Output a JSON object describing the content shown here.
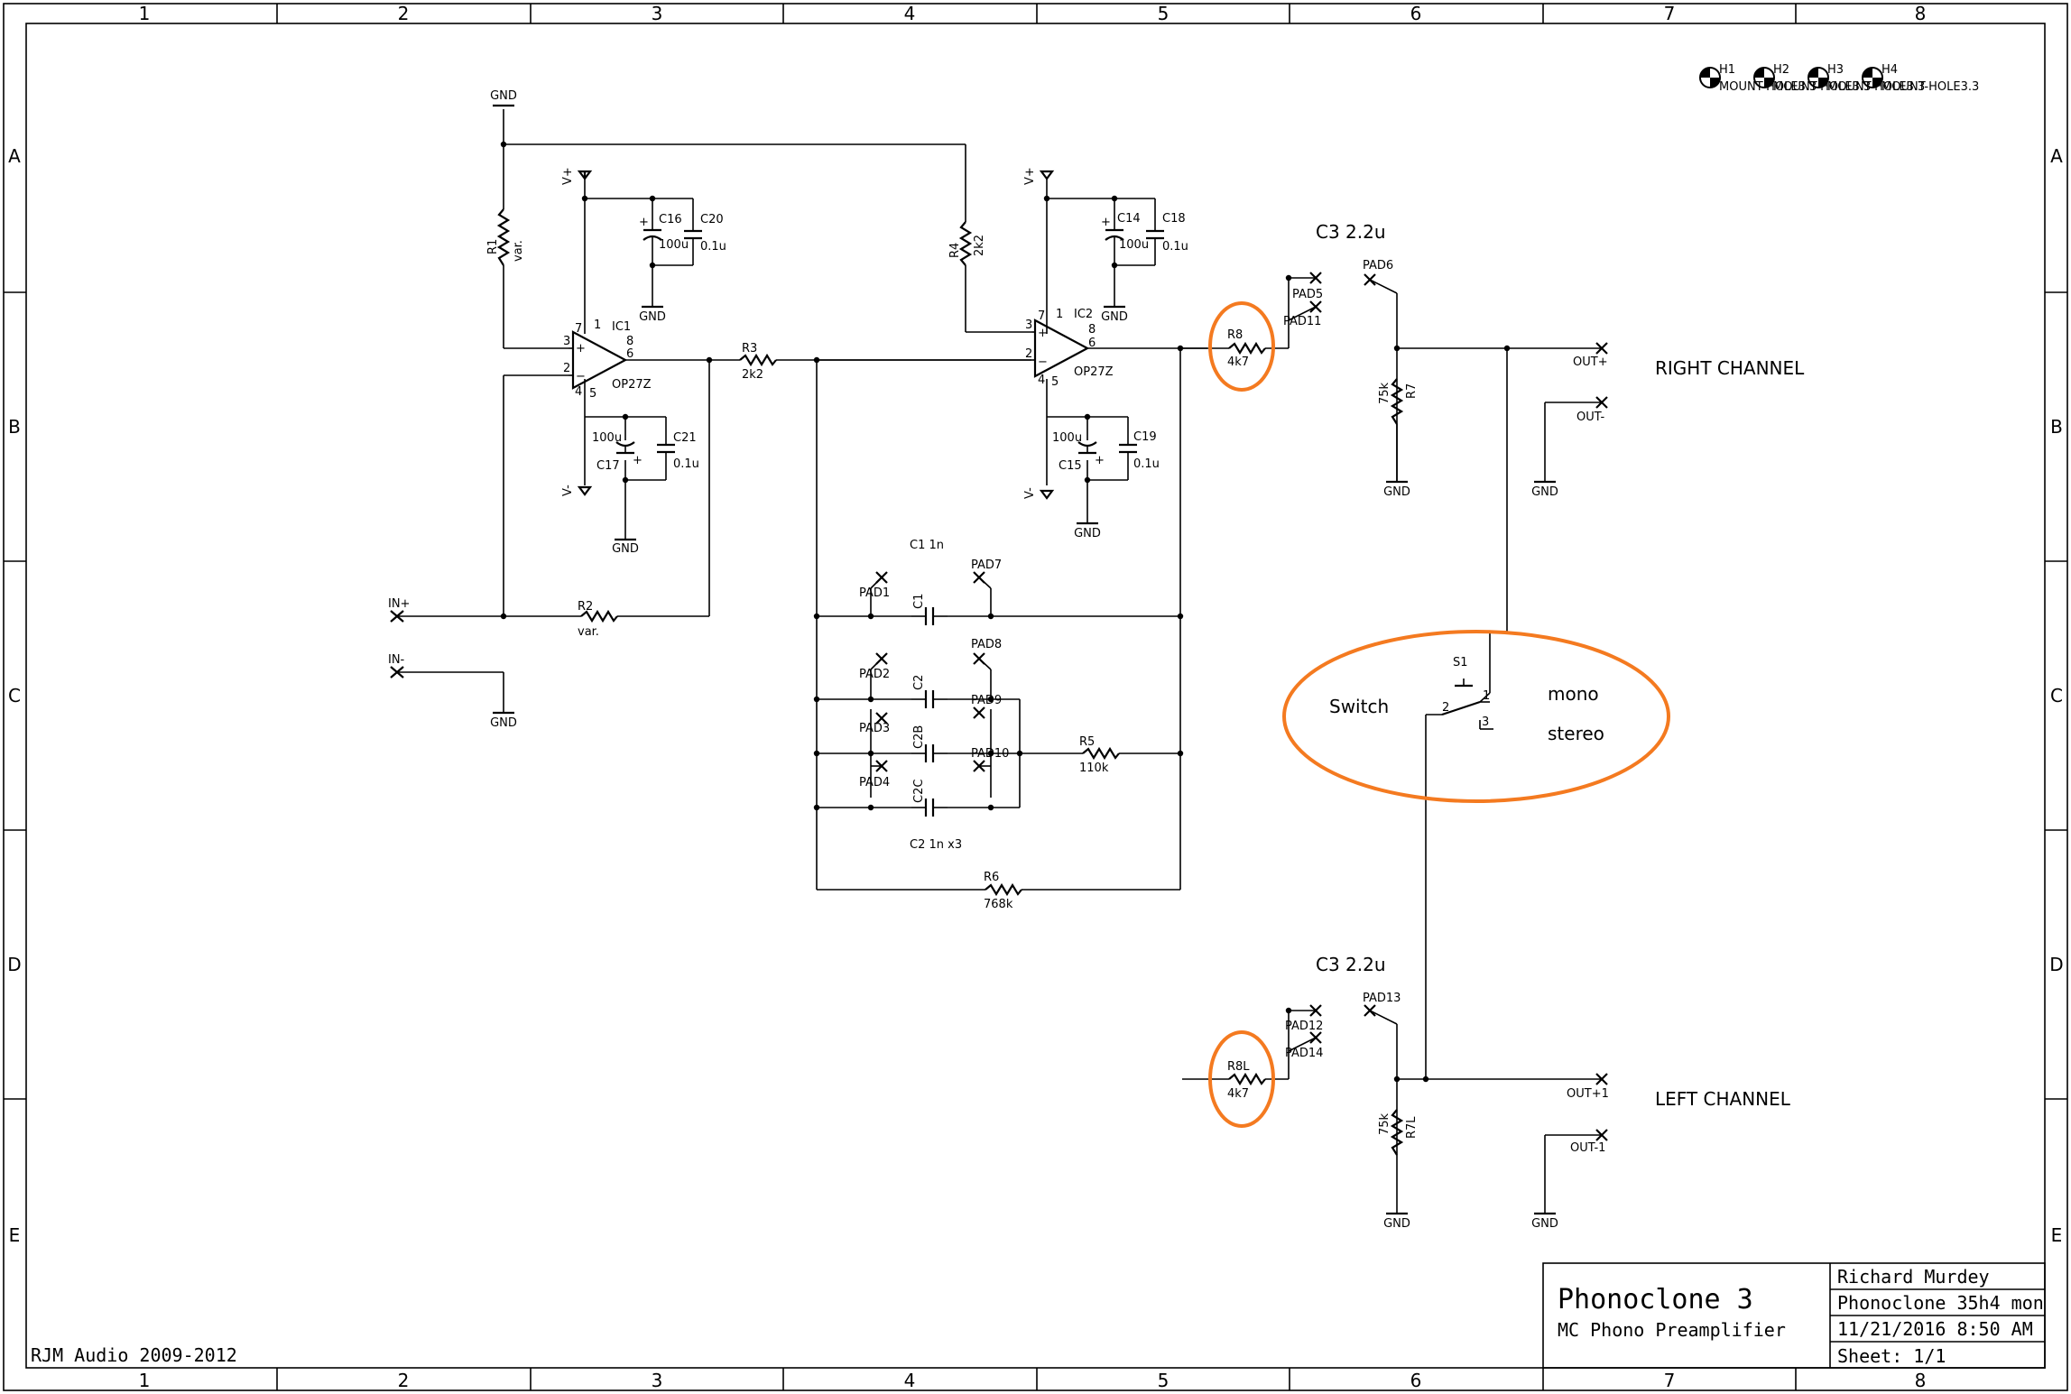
{
  "frame": {
    "col_labels": [
      "1",
      "2",
      "3",
      "4",
      "5",
      "6",
      "7",
      "8"
    ],
    "row_labels": [
      "A",
      "B",
      "C",
      "D",
      "E"
    ]
  },
  "labels": {
    "gnd": "GND",
    "vplus": "V+",
    "vminus": "V-",
    "r1": "R1",
    "r1_val": "var.",
    "r2": "R2",
    "r2_val": "var.",
    "r3": "R3",
    "r3_val": "2k2",
    "r4": "R4",
    "r4_val": "2k2",
    "r5": "R5",
    "r5_val": "110k",
    "r6": "R6",
    "r6_val": "768k",
    "r7": "R7",
    "r7_val": "75k",
    "r7l": "R7L",
    "r7l_val": "75k",
    "r8": "R8",
    "r8_val": "4k7",
    "r8l": "R8L",
    "r8l_val": "4k7",
    "c1": "C1",
    "c1_note": "C1 1n",
    "c2": "C2",
    "c2b": "C2B",
    "c2c": "C2C",
    "c2_note": "C2 1n x3",
    "c3_right": "C3 2.2u",
    "c3_left": "C3 2.2u",
    "c14": "C14",
    "c14_val": "100u",
    "c15": "C15",
    "c15_val": "100u",
    "c16": "C16",
    "c16_val": "100u",
    "c17": "C17",
    "c17_val": "100u",
    "c18": "C18",
    "c18_val": "0.1u",
    "c19": "C19",
    "c19_val": "0.1u",
    "c20": "C20",
    "c20_val": "0.1u",
    "c21": "C21",
    "c21_val": "0.1u",
    "ic1": "IC1",
    "ic1_part": "OP27Z",
    "ic2": "IC2",
    "ic2_part": "OP27Z",
    "in_plus": "IN+",
    "in_minus": "IN-",
    "out_plus": "OUT+",
    "out_minus": "OUT-",
    "out_plus1": "OUT+1",
    "out_minus1": "OUT-1",
    "pad1": "PAD1",
    "pad2": "PAD2",
    "pad3": "PAD3",
    "pad4": "PAD4",
    "pad5": "PAD5",
    "pad6": "PAD6",
    "pad7": "PAD7",
    "pad8": "PAD8",
    "pad9": "PAD9",
    "pad10": "PAD10",
    "pad11": "PAD11",
    "pad12": "PAD12",
    "pad13": "PAD13",
    "pad14": "PAD14",
    "s1": "S1",
    "switch": "Switch",
    "mono": "mono",
    "stereo": "stereo",
    "sw_pin1": "1",
    "sw_pin2": "2",
    "sw_pin3": "3",
    "right_channel": "RIGHT CHANNEL",
    "left_channel": "LEFT CHANNEL",
    "h1": "H1",
    "h2": "H2",
    "h3": "H3",
    "h4": "H4",
    "mount_hole": "MOUNT-HOLE3.3",
    "copyright": "RJM Audio 2009-2012",
    "pin1": "1",
    "pin2": "2",
    "pin3": "3",
    "pin4": "4",
    "pin5": "5",
    "pin6": "6",
    "pin7": "7",
    "pin8": "8",
    "plus": "+",
    "minus": "−"
  },
  "title_block": {
    "title": "Phonoclone 3",
    "subtitle": "MC Phono Preamplifier",
    "author": "Richard Murdey",
    "filename": "Phonoclone 35h4 mon",
    "date": "11/21/2016 8:50 AM",
    "sheet": "Sheet: 1/1"
  },
  "colors": {
    "ink": "#000000",
    "highlight": "#F47A20"
  }
}
